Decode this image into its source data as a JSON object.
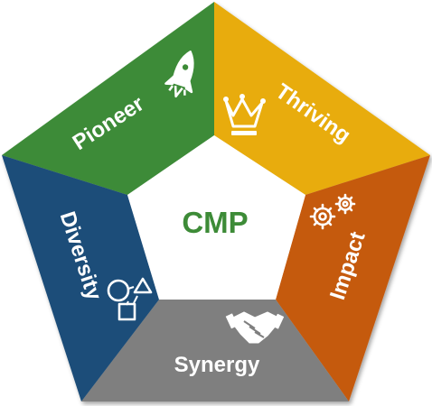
{
  "diagram": {
    "center_title": "CMP",
    "center_title_color": "#3d8b37",
    "segments": [
      {
        "key": "pioneer",
        "label": "Pioneer",
        "icon": "rocket-icon",
        "color": "#3d8b37"
      },
      {
        "key": "thriving",
        "label": "Thriving",
        "icon": "crown-icon",
        "color": "#e8ac0a"
      },
      {
        "key": "impact",
        "label": "Impact",
        "icon": "gears-icon",
        "color": "#c55a11"
      },
      {
        "key": "synergy",
        "label": "Synergy",
        "icon": "handshake-icon",
        "color": "#7f7f7f"
      },
      {
        "key": "diversity",
        "label": "Diversity",
        "icon": "shapes-icon",
        "color": "#1f4e79"
      }
    ]
  }
}
